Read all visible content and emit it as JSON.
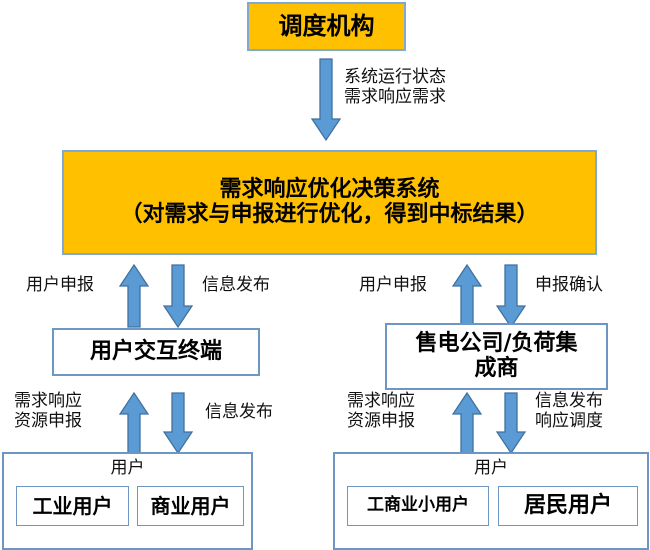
{
  "diagram": {
    "title_box": {
      "label": "调度机构"
    },
    "main_box": {
      "line1": "需求响应优化决策系统",
      "line2": "（对需求与申报进行优化，得到中标结果）"
    },
    "arrows": {
      "top_down": {
        "icon": "down-arrow-icon",
        "label_line1": "系统运行状态",
        "label_line2": "需求响应需求"
      },
      "left_up_1": {
        "icon": "up-arrow-icon",
        "label": "用户申报"
      },
      "left_down_1": {
        "icon": "down-arrow-icon",
        "label": "信息发布"
      },
      "right_up_1": {
        "icon": "up-arrow-icon",
        "label": "用户申报"
      },
      "right_down_1": {
        "icon": "down-arrow-icon",
        "label": "申报确认"
      },
      "left_up_2": {
        "icon": "up-arrow-icon",
        "label_line1": "需求响应",
        "label_line2": "资源申报"
      },
      "left_down_2": {
        "icon": "down-arrow-icon",
        "label": "信息发布"
      },
      "right_up_2": {
        "icon": "up-arrow-icon",
        "label_line1": "需求响应",
        "label_line2": "资源申报"
      },
      "right_down_2": {
        "icon": "down-arrow-icon",
        "label_line1": "信息发布",
        "label_line2": "响应调度"
      }
    },
    "left_branch": {
      "terminal_box": {
        "label": "用户交互终端"
      },
      "user_group": {
        "title": "用户",
        "items": [
          {
            "label": "工业用户"
          },
          {
            "label": "商业用户"
          }
        ]
      }
    },
    "right_branch": {
      "retailer_box": {
        "line1": "售电公司/负荷集",
        "line2": "成商"
      },
      "user_group": {
        "title": "用户",
        "items": [
          {
            "label": "工商业小用户"
          },
          {
            "label": "居民用户"
          }
        ]
      }
    },
    "colors": {
      "accent_yellow": "#FFC000",
      "arrow_blue": "#5B9BD5",
      "arrow_outline": "#41719C",
      "box_border_blue": "#6E96C4"
    }
  }
}
